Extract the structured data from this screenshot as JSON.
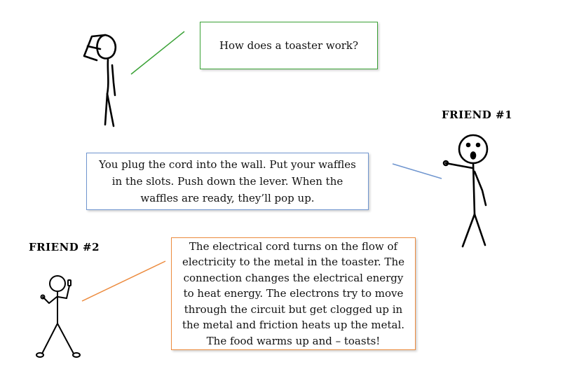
{
  "question": {
    "text": "How does a toaster work?",
    "border_color": "#3aa236"
  },
  "friend1": {
    "label": "FRIEND #1",
    "answer": "You plug the cord into the wall. Put your waffles in the slots. Push down the lever. When the waffles are ready, they’ll pop up.",
    "border_color": "#6f95cf"
  },
  "friend2": {
    "label": "FRIEND #2",
    "answer": "The electrical cord turns on the flow of electricity to the metal in the toaster. The connection changes the electrical energy to heat energy. The electrons try to move through the circuit but get clogged up in the metal and friction heats up the metal. The food warms up and – toasts!",
    "border_color": "#ec8b3e"
  },
  "icons": [
    "thinking-stick-figure-icon",
    "surprised-stick-figure-icon",
    "phone-stick-figure-icon"
  ]
}
